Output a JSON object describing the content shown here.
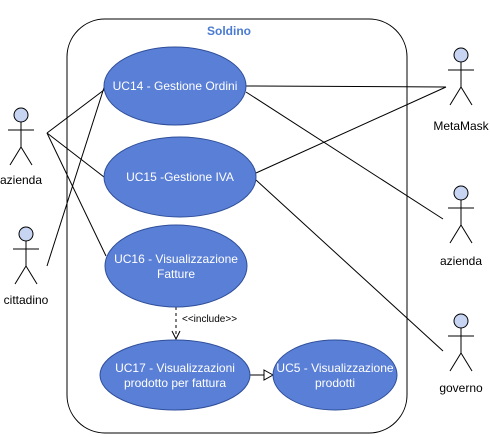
{
  "system": {
    "title": "Soldino",
    "title_color": "#4a7bd0"
  },
  "colors": {
    "usecase_fill": "#5a7fd6",
    "usecase_stroke": "#2f4f9a",
    "actor_head": "#c7d5f2",
    "line": "#000000"
  },
  "use_cases": {
    "uc14": {
      "lines": [
        "UC14 - Gestione Ordini"
      ]
    },
    "uc15": {
      "lines": [
        "UC15 -Gestione IVA"
      ]
    },
    "uc16": {
      "lines": [
        "UC16 - Visualizzazione",
        "Fatture"
      ]
    },
    "uc17": {
      "lines": [
        "UC17 - Visualizzazioni",
        "prodotto per fattura"
      ]
    },
    "uc5": {
      "lines": [
        "UC5 - Visualizzazione",
        "prodotti"
      ]
    }
  },
  "actors": {
    "azienda_left": "azienda",
    "cittadino": "cittadino",
    "metamask": "MetaMask",
    "azienda_right": "azienda",
    "governo": "governo"
  },
  "relations": {
    "include_label": "<<include>>"
  }
}
